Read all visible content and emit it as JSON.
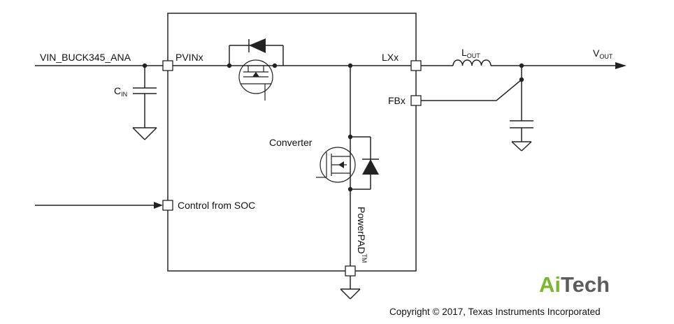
{
  "labels": {
    "vin": "VIN_BUCK345_ANA",
    "pvin": "PVINx",
    "lx": "LXx",
    "fb": "FBx",
    "cin_main": "C",
    "cin_sub": "IN",
    "lout_main": "L",
    "lout_sub": "OUT",
    "vout_main": "V",
    "vout_sub": "OUT",
    "converter": "Converter",
    "control": "Control from SOC",
    "powerpad": "PowerPAD",
    "powerpad_tm": "TM"
  },
  "logo": {
    "part1": "Ai",
    "part2": "Tech",
    "color1": "#79b829",
    "color2": "#5c5c5c"
  },
  "copyright": "Copyright © 2017, Texas Instruments Incorporated"
}
